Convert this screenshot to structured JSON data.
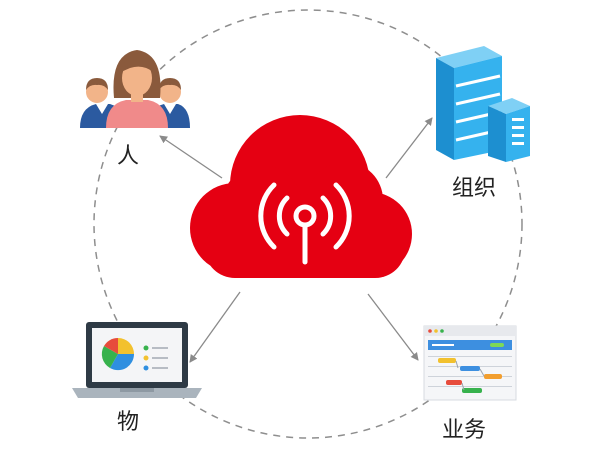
{
  "labels": {
    "people": "人",
    "organization": "组织",
    "things": "物",
    "business": "业务"
  },
  "icons": {
    "center": "cloud-signal-icon",
    "people": "people-group-icon",
    "organization": "server-buildings-icon",
    "things": "laptop-dashboard-icon",
    "business": "browser-gantt-icon"
  },
  "colors": {
    "cloud": "#e50012",
    "ring": "#888888",
    "arrow": "#8a8a8a",
    "building": "#2fa8e6",
    "label_text": "#222222"
  }
}
